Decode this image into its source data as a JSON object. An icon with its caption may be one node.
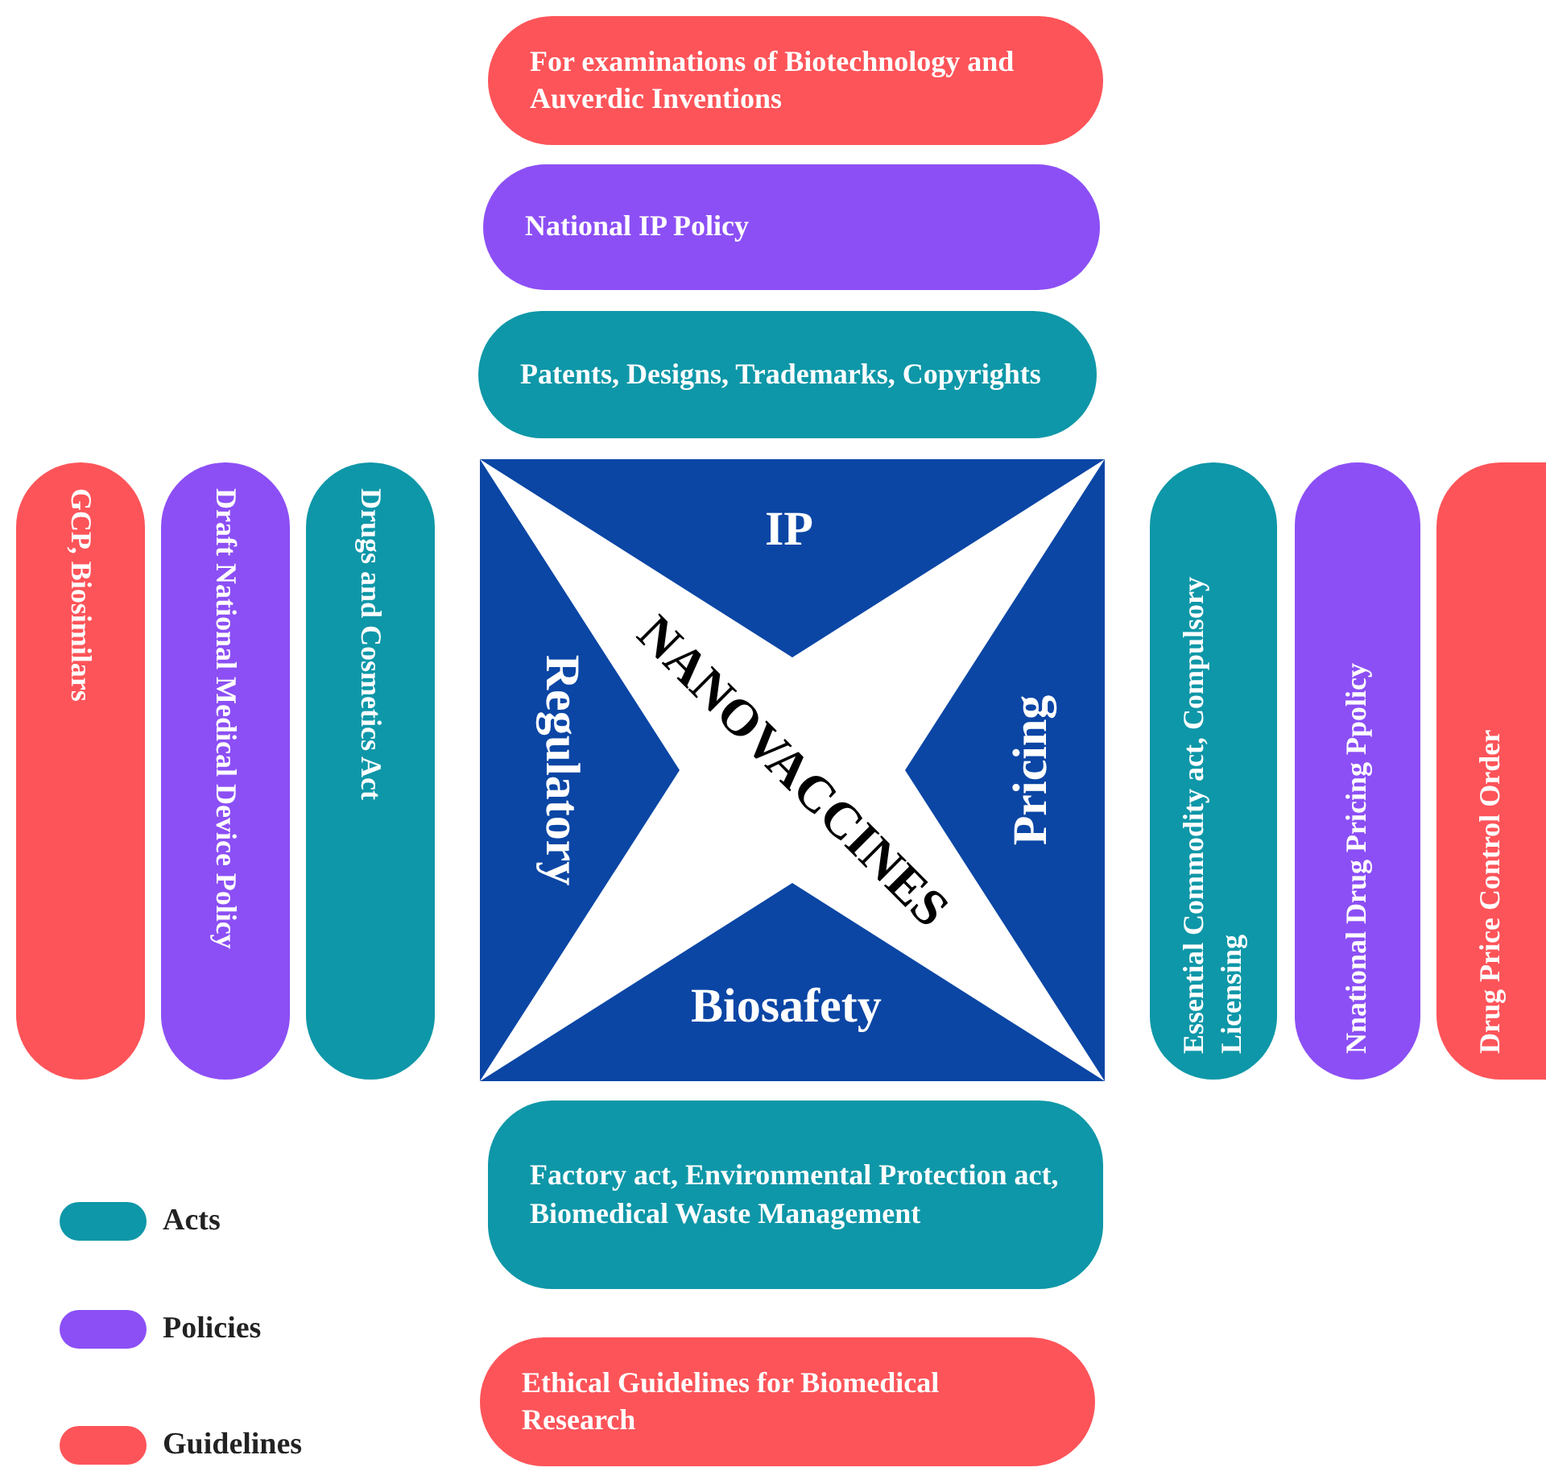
{
  "diagram": {
    "nodes": [
      {
        "text": [
          "NANOVACCINES",
          "IP",
          "Regulatory",
          "Pricing",
          "Biosafety"
        ]
      },
      {
        "text": [
          "For examinations of Biotechnology and Auverdic Inventions"
        ]
      },
      {
        "text": [
          "National IP Policy"
        ]
      },
      {
        "text": [
          "Patents, Designs, Trademarks, Copyrights"
        ]
      },
      {
        "text": [
          "GCP, Biosimilars"
        ]
      },
      {
        "text": [
          "Draft National Medical Device Policy"
        ]
      },
      {
        "text": [
          "Drugs and Cosmetics Act"
        ]
      },
      {
        "text": [
          "Essential Commodity act, Compulsory Licensing"
        ]
      },
      {
        "text": [
          "Nnational Drug Pricing Ppolicy"
        ]
      },
      {
        "text": [
          "Drug Price Control Order"
        ]
      },
      {
        "text": [
          "Factory act, Environmental Protection act, Biomedical Waste Management"
        ]
      },
      {
        "text": [
          "Ethical Guidelines for Biomedical Research"
        ]
      }
    ],
    "edges": [],
    "legend": [
      {
        "text": "Acts",
        "color": "#0e97a8"
      },
      {
        "text": "Policies",
        "color": "#8c4ff5"
      },
      {
        "text": "Guidelines",
        "color": "#fd5459"
      }
    ]
  }
}
